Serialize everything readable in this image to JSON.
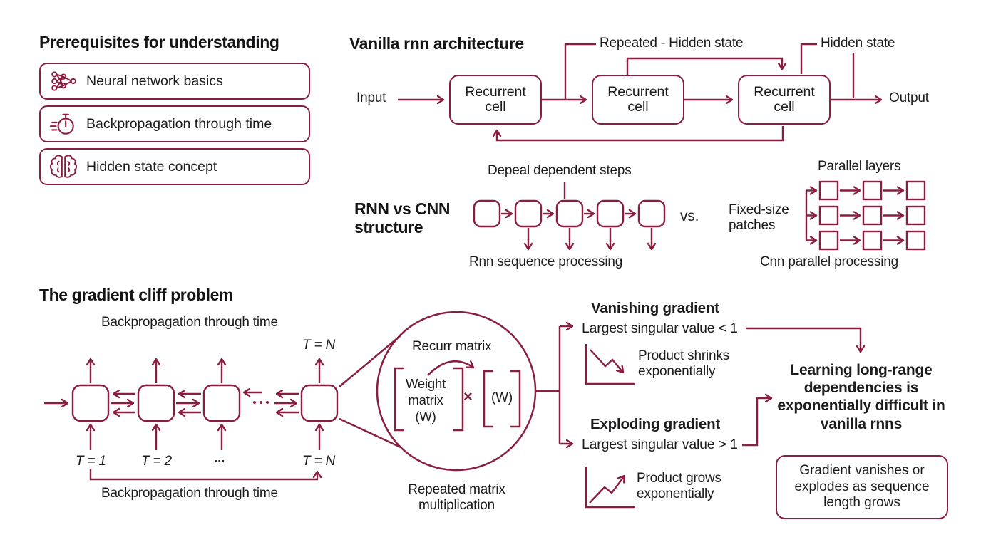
{
  "colors": {
    "accent": "#8A1E3F",
    "ink": "#1C1C1E",
    "background": "#FFFFFF"
  },
  "prerequisites": {
    "title": "Prerequisites for understanding",
    "items": [
      {
        "icon": "neural-network-icon",
        "label": "Neural network basics"
      },
      {
        "icon": "stopwatch-icon",
        "label": "Backpropagation through time"
      },
      {
        "icon": "brain-icon",
        "label": "Hidden state concept"
      }
    ]
  },
  "vanilla_rnn": {
    "title": "Vanilla rnn architecture",
    "input_label": "Input",
    "cell_label": "Recurrent cell",
    "repeated_hidden_label": "Repeated - Hidden state",
    "hidden_state_label": "Hidden state",
    "output_label": "Output"
  },
  "rnn_vs_cnn": {
    "title_line1": "RNN vs CNN",
    "title_line2": "structure",
    "dependent_steps_label": "Depeal dependent steps",
    "rnn_caption": "Rnn sequence processing",
    "vs_label": "vs.",
    "fixed_size_label": "Fixed-size patches",
    "parallel_layers_label": "Parallel layers",
    "cnn_caption": "Cnn parallel processing"
  },
  "gradient_cliff": {
    "title": "The gradient cliff problem",
    "bptt_top_label": "Backpropagation through time",
    "bptt_bottom_label": "Backpropagation through time",
    "t_top_label": "T = N",
    "t_labels": [
      "T = 1",
      "T = 2",
      "...",
      "T = N"
    ],
    "magnifier": {
      "recur_label": "Recurr matrix",
      "weight_matrix_label": "Weight matrix (W)",
      "times_symbol": "×",
      "w_label": "(W)",
      "caption": "Repeated matrix multiplication"
    },
    "vanishing": {
      "title": "Vanishing gradient",
      "condition": "Largest singular value < 1",
      "note": "Product shrinks exponentially"
    },
    "exploding": {
      "title": "Exploding gradient",
      "condition": "Largest singular value > 1",
      "note": "Product grows exponentially"
    },
    "conclusion": "Learning long-range dependencies is exponentially difficult in vanilla rnns",
    "summary": "Gradient vanishes or explodes as sequence length grows"
  }
}
